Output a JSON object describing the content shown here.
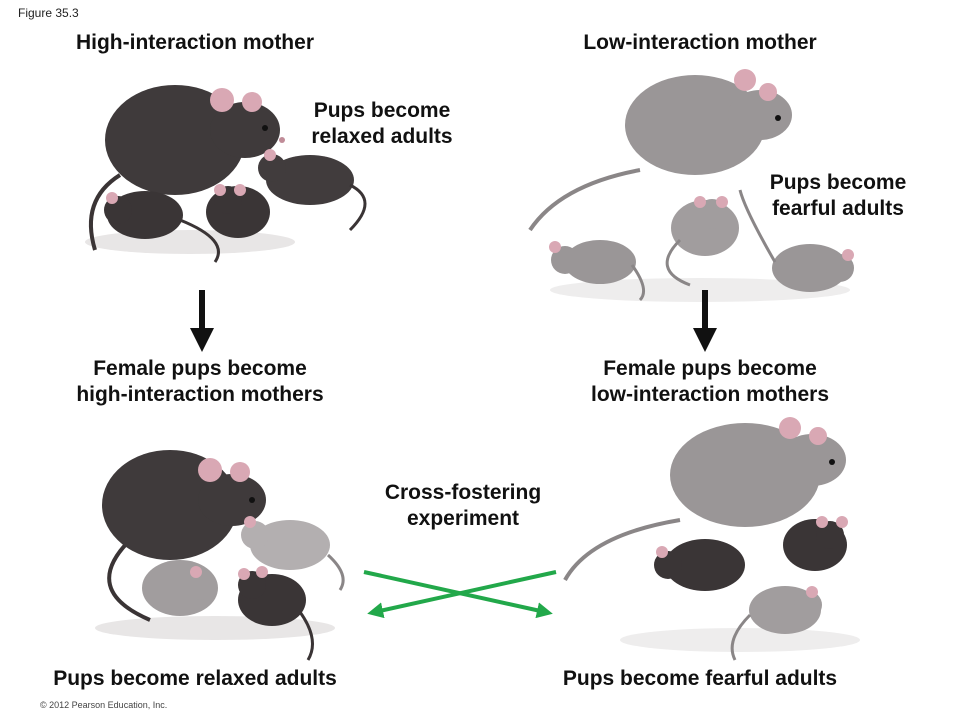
{
  "figure_label": "Figure 35.3",
  "copyright": "© 2012 Pearson Education, Inc.",
  "columns": {
    "high": {
      "title": "High-interaction mother",
      "pups_note": "Pups become\nrelaxed adults",
      "result": "Female pups become\nhigh-interaction mothers"
    },
    "low": {
      "title": "Low-interaction mother",
      "pups_note": "Pups become\nfearful adults",
      "result": "Female pups become\nlow-interaction mothers"
    }
  },
  "cross_fostering": {
    "label": "Cross-fostering\nexperiment",
    "left_caption": "Pups become relaxed adults",
    "right_caption": "Pups become fearful adults",
    "arrow_color": "#22a84a"
  },
  "colors": {
    "dark_rat": "#3f3a3b",
    "light_rat": "#9a9697",
    "ear_pink": "#d9a8b4"
  }
}
